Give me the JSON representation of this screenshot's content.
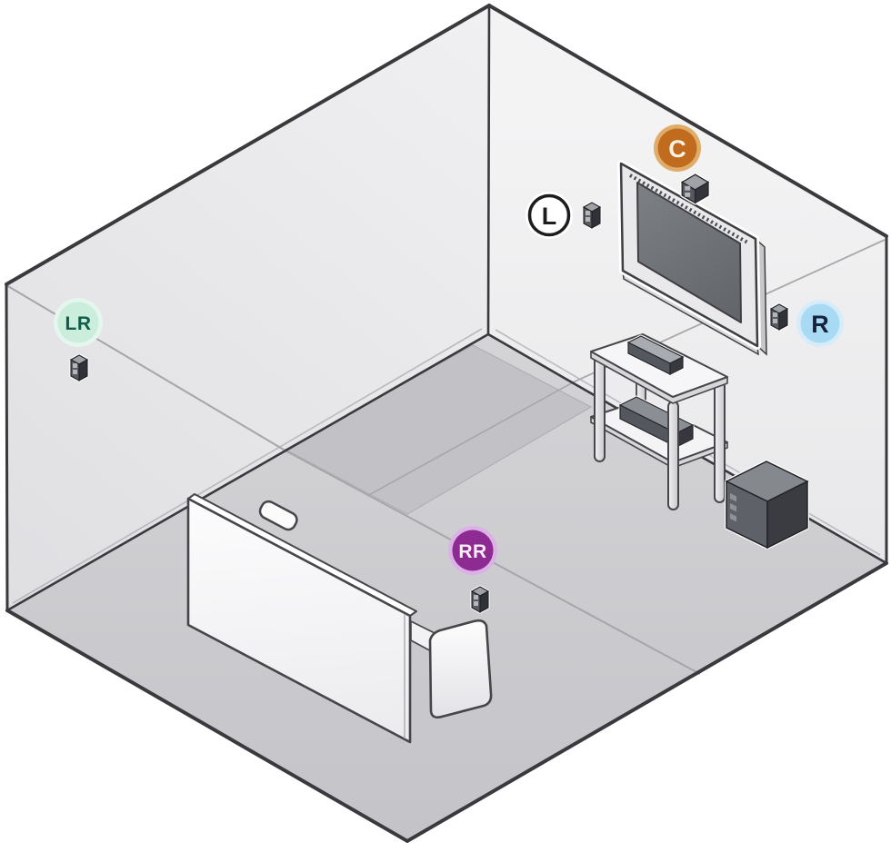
{
  "diagram": {
    "description": "Isometric cutaway room showing surround sound speaker placement",
    "room": {
      "left_wall_color": "#e7e7ea",
      "right_wall_color": "#efeff1",
      "floor_color": "#c9c9cd",
      "rug_color": "#c2c2c6",
      "outline_color": "#3a3a3e",
      "guide_line_color": "#a6a6aa"
    }
  },
  "speaker_labels": {
    "center": {
      "text": "C",
      "fill": "#c06b1d",
      "ring": "#e0ac6a",
      "letter_color": "#fdf4e6"
    },
    "front_left": {
      "text": "L",
      "fill": "#ffffff",
      "ring": "#ffffff",
      "border": "#1d1d20",
      "letter_color": "#1d1d20"
    },
    "front_right": {
      "text": "R",
      "fill": "#a9daf3",
      "ring": "#d6ecf8",
      "letter_color": "#16233f"
    },
    "left_rear": {
      "text": "LR",
      "fill": "#cbeddc",
      "ring": "#e5f6ee",
      "letter_color": "#0e5c49"
    },
    "right_rear": {
      "text": "RR",
      "fill": "#8e2b92",
      "ring": "#dcb2e6",
      "letter_color": "#f6eef8"
    }
  },
  "objects": {
    "tv": "wall-mounted flat screen TV",
    "center_speaker": "center speaker on top of TV",
    "satellite_speaker": "small satellite speaker",
    "tv_stand": "two-shelf TV stand",
    "av_receiver": "A/V component on lower shelf",
    "media_player": "media component on top shelf",
    "subwoofer": "subwoofer on floor",
    "couch": "couch facing the TV"
  }
}
